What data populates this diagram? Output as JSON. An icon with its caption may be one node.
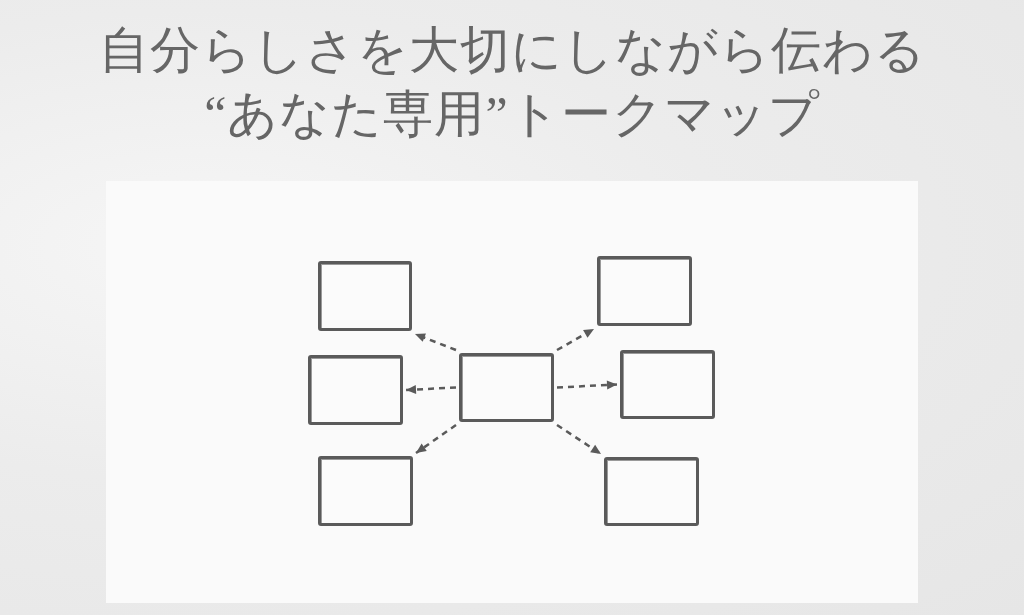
{
  "diagram": {
    "title": "自分らしさを大切にしながら伝わる“あなた専用”トークマップ",
    "nodes": [
      {
        "text": [],
        "shape": "box"
      },
      {
        "text": [],
        "shape": "box"
      },
      {
        "text": [],
        "shape": "box"
      },
      {
        "text": [],
        "shape": "box"
      },
      {
        "text": [],
        "shape": "box"
      },
      {
        "text": [],
        "shape": "box"
      },
      {
        "text": [],
        "shape": "box"
      }
    ],
    "edges": [
      {
        "from": 3,
        "to": 0,
        "arrow": "to",
        "style": "dashed"
      },
      {
        "from": 3,
        "to": 1,
        "arrow": "to",
        "style": "dashed"
      },
      {
        "from": 3,
        "to": 2,
        "arrow": "to",
        "style": "dashed"
      },
      {
        "from": 3,
        "to": 4,
        "arrow": "to",
        "style": "dashed"
      },
      {
        "from": 3,
        "to": 5,
        "arrow": "to",
        "style": "dashed"
      },
      {
        "from": 3,
        "to": 6,
        "arrow": "to",
        "style": "dashed"
      }
    ]
  }
}
